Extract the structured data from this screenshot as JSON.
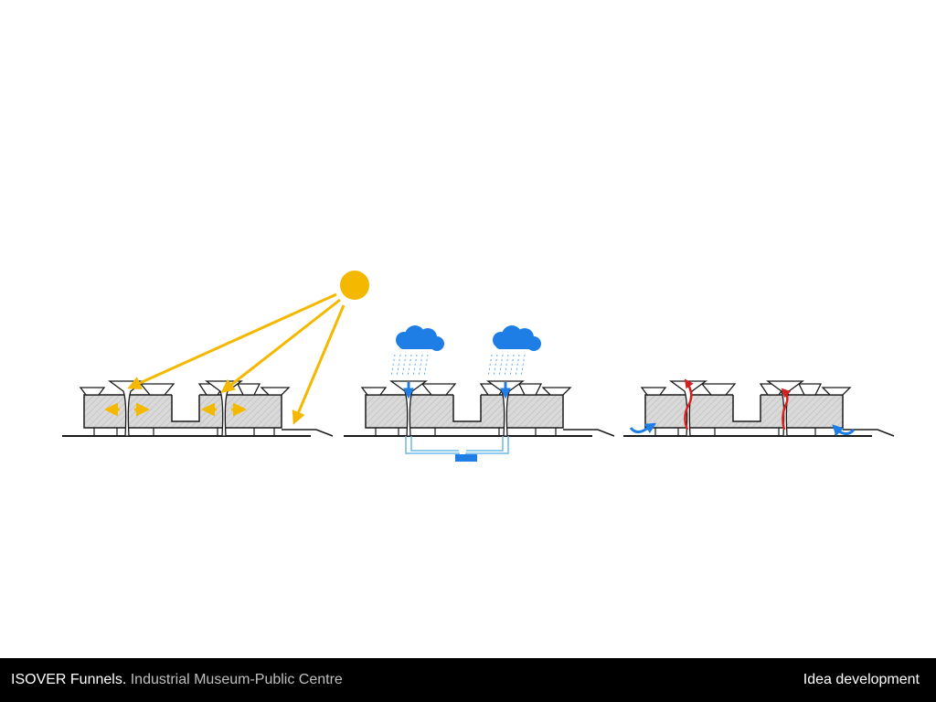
{
  "footer": {
    "title": "ISOVER Funnels.",
    "subtitle": "Industrial Museum-Public Centre",
    "section": "Idea development"
  },
  "panels": [
    {
      "name": "sunlight-panel",
      "icon": "sun-icon"
    },
    {
      "name": "rainwater-panel",
      "icon": "rain-cloud-icon"
    },
    {
      "name": "ventilation-panel",
      "icon": "airflow-icon"
    }
  ],
  "colors": {
    "background": "#ffffff",
    "footer_bg": "#000000",
    "footer_text": "#ffffff",
    "footer_subtitle": "#bfbfbf",
    "building_fill": "#d9d9d9",
    "outline": "#1a1a1a",
    "sun": "#f5b800",
    "water": "#1e7ee6",
    "pipe": "#6fb8e8",
    "air": "#d62020"
  }
}
